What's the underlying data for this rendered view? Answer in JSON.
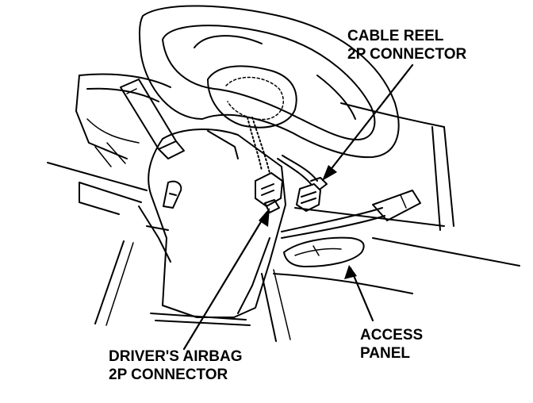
{
  "labels": {
    "cable_reel": {
      "line1": "CABLE REEL",
      "line2": "2P CONNECTOR"
    },
    "access_panel": {
      "line1": "ACCESS",
      "line2": "PANEL"
    },
    "driver_airbag": {
      "line1": "DRIVER'S AIRBAG",
      "line2": "2P CONNECTOR"
    }
  },
  "colors": {
    "ink": "#000000",
    "paper": "#ffffff"
  }
}
